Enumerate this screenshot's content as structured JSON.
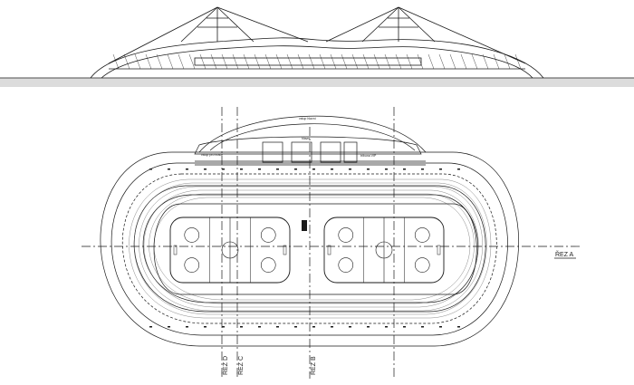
{
  "drawing": {
    "background": "#ffffff",
    "line_color": "#1a1a1a",
    "ground_band_color": "#dcdcdc"
  },
  "section_labels": {
    "rez_a": "ŘEZ A",
    "rez_b": "ŘEZ B",
    "rez_c": "ŘEZ C",
    "rez_d": "ŘEZ D"
  },
  "small_labels": {
    "top_note": "vstup hlavní",
    "center_note": "hlavní",
    "left_note": "vstup pro hráče",
    "right_note": "tribuna VIP"
  },
  "rinks": {
    "count": 2,
    "faceoff_circles_per_rink": 5
  }
}
